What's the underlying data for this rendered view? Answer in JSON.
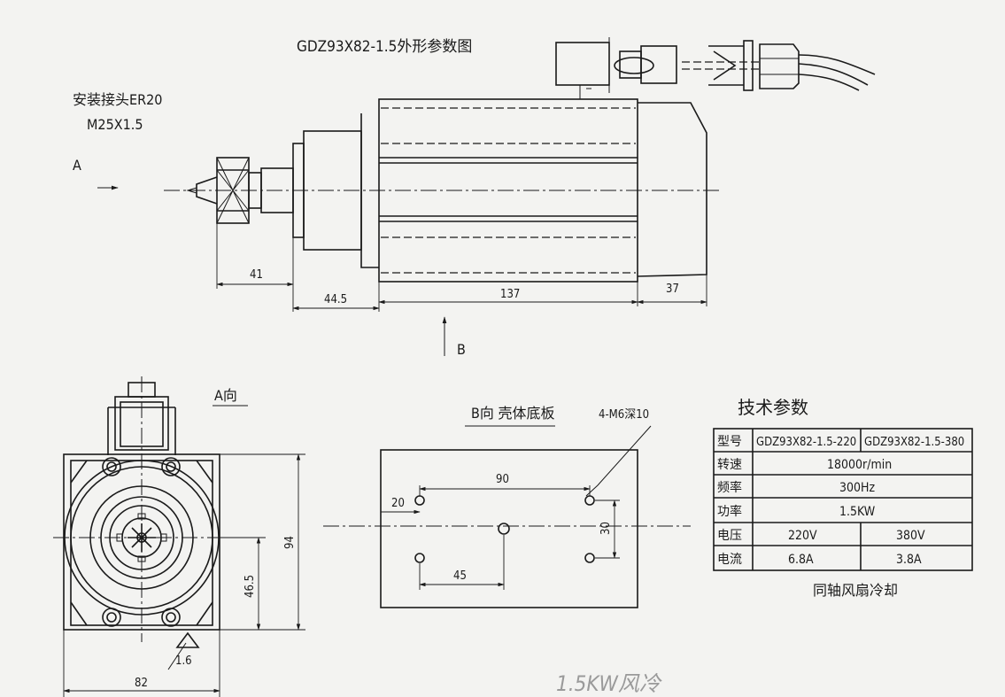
{
  "title": "GDZ93X82-1.5外形参数图",
  "mount": {
    "line1": "安装接头ER20",
    "line2": "M25X1.5"
  },
  "dims": {
    "d41": "41",
    "d44_5": "44.5",
    "d137": "137",
    "d37": "37",
    "d94": "94",
    "d46_5": "46.5",
    "d82": "82",
    "d1_6": "1.6",
    "d90": "90",
    "d20": "20",
    "d30": "30",
    "d45": "45"
  },
  "view_a_arrow": "A",
  "view_b_arrow": "B",
  "view_a_label": "A向",
  "view_b_label": "B向 壳体底板",
  "hole_callout": "4-M6深10",
  "specs": {
    "title": "技术参数",
    "header": {
      "param": "型号",
      "model_220": "GDZ93X82-1.5-220",
      "model_380": "GDZ93X82-1.5-380"
    },
    "rows": [
      {
        "param": "转速",
        "value": "18000r/min"
      },
      {
        "param": "频率",
        "value": "300Hz"
      },
      {
        "param": "功率",
        "value": "1.5KW"
      }
    ],
    "voltage": {
      "param": "电压",
      "v220": "220V",
      "v380": "380V"
    },
    "current": {
      "param": "电流",
      "a220": "6.8A",
      "a380": "3.8A"
    },
    "cooling": "同轴风扇冷却"
  },
  "handwritten_note": "1.5KW风冷"
}
